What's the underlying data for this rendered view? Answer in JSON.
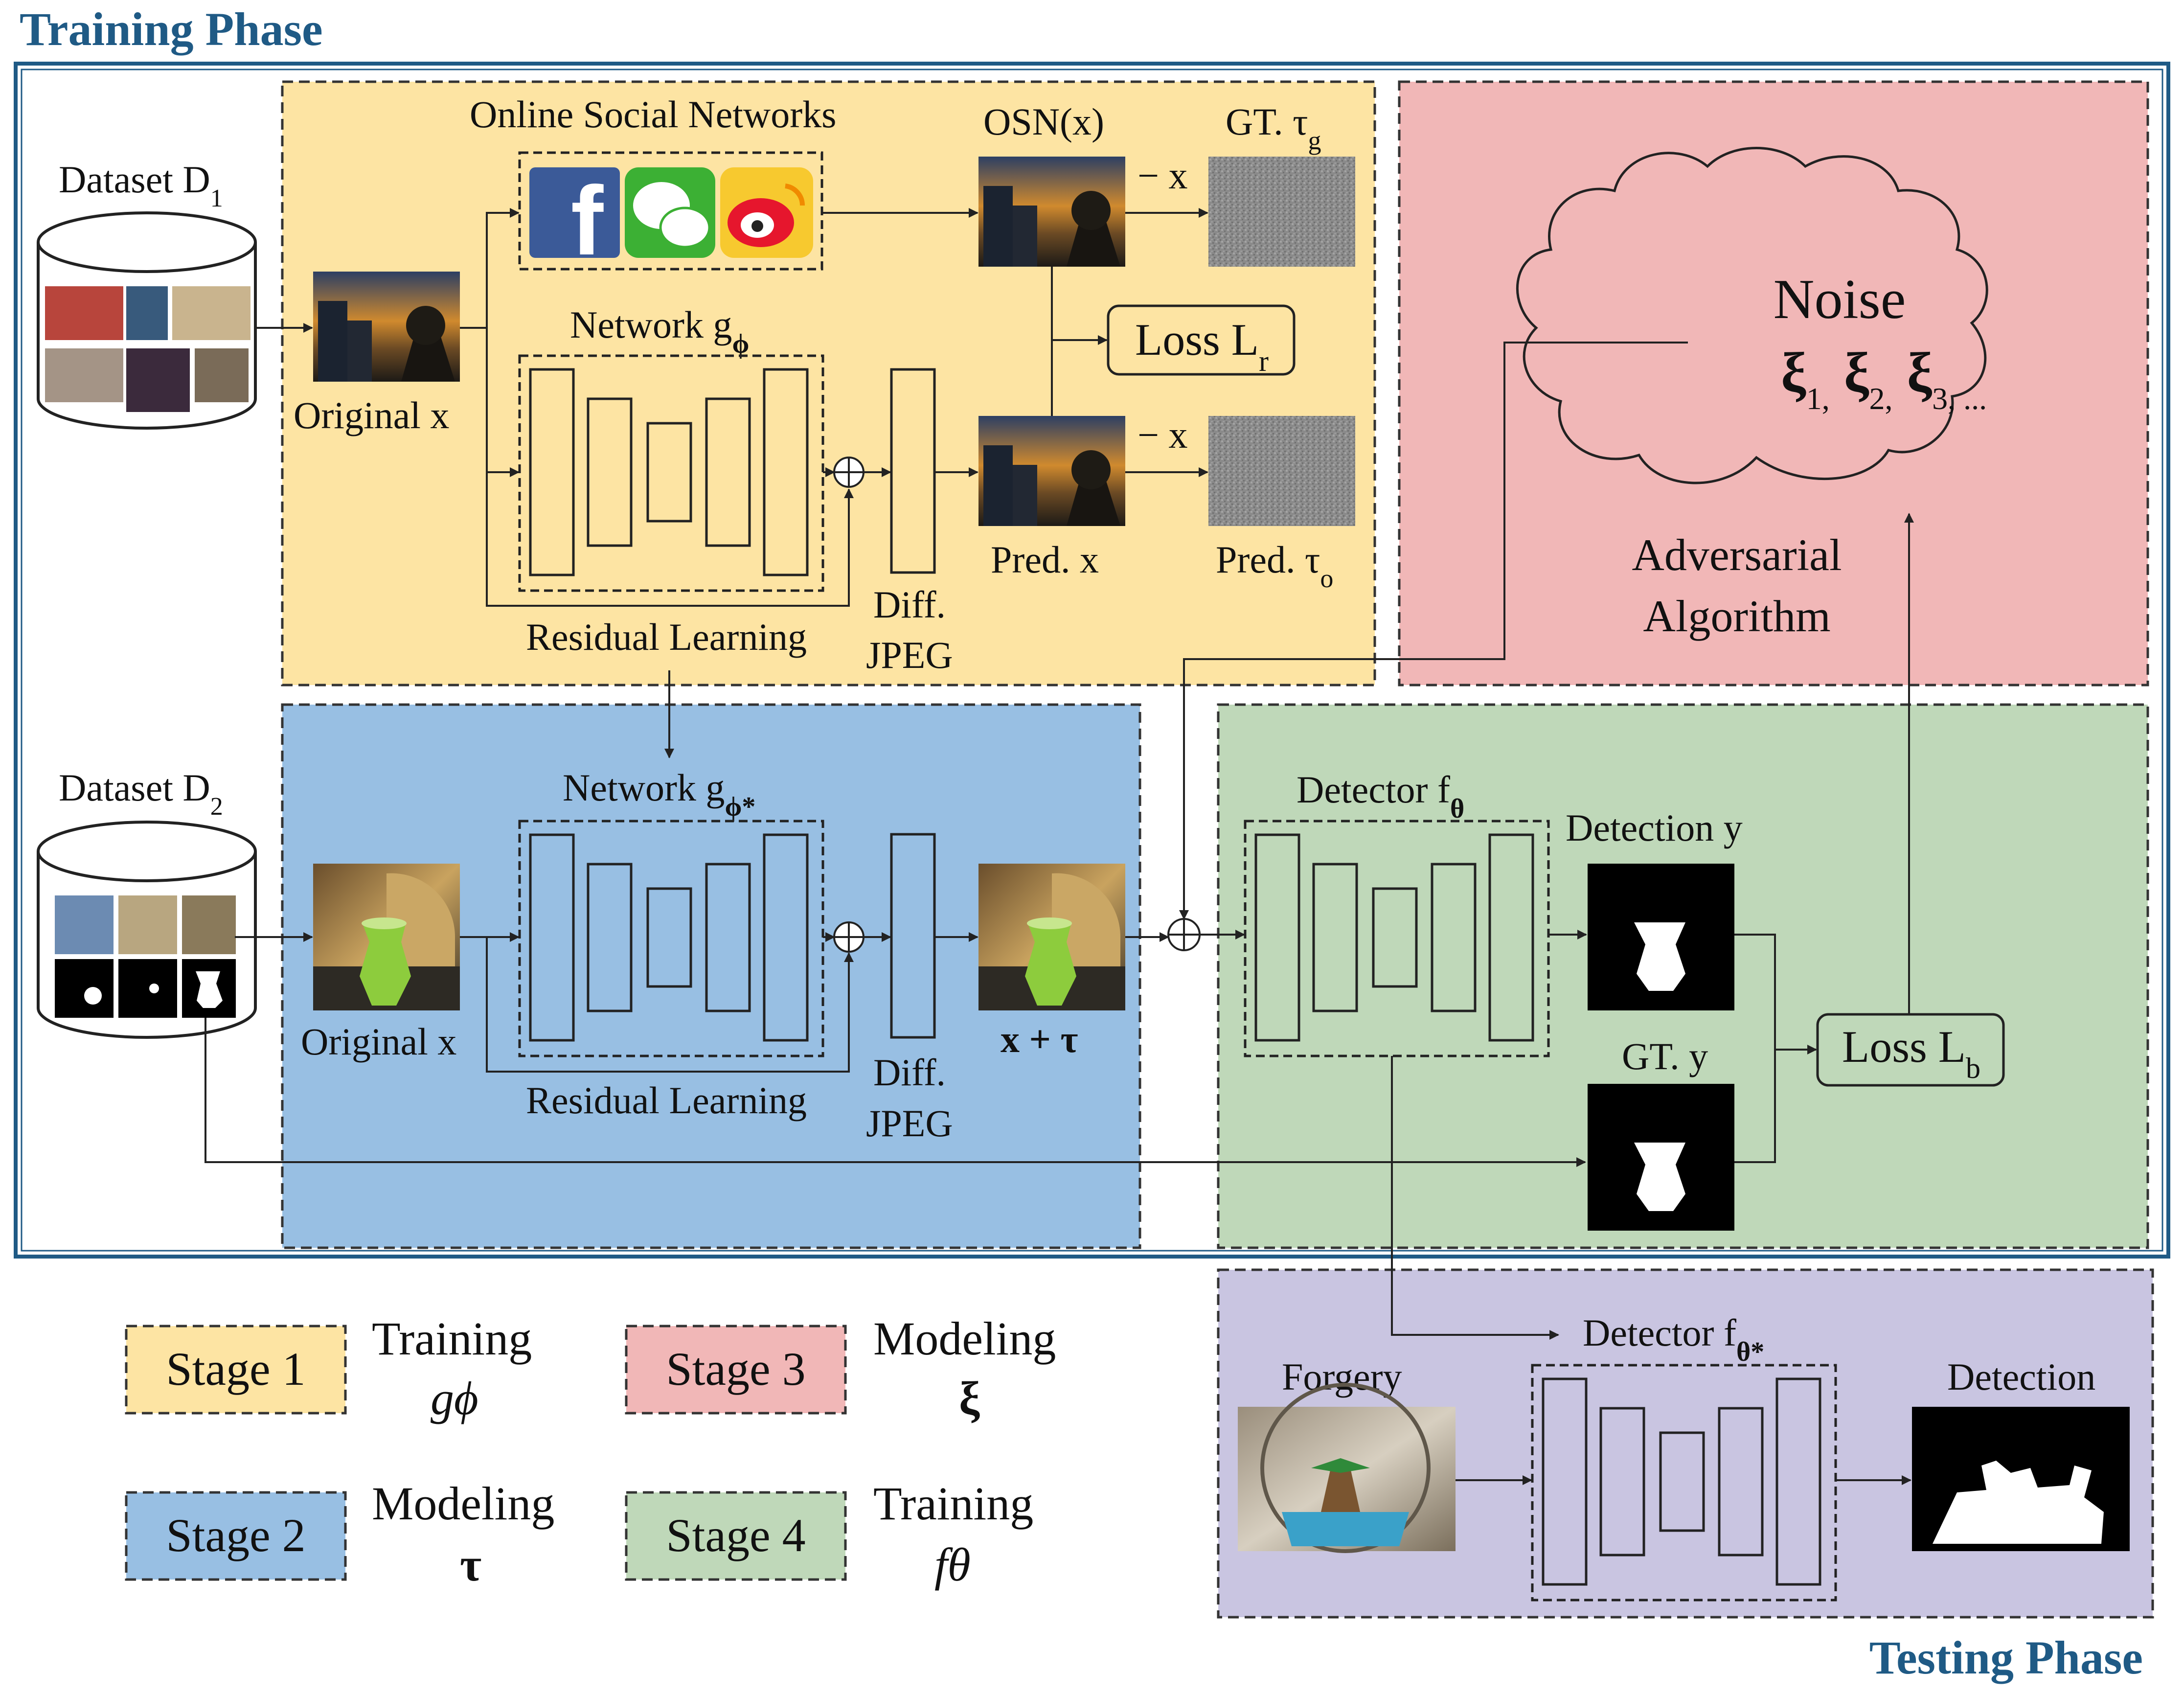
{
  "phases": {
    "training": "Training Phase",
    "testing": "Testing Phase"
  },
  "stage1": {
    "dataset": "Dataset D",
    "dataset_sub": "1",
    "osn_title": "Online Social Networks",
    "osn_x": "OSN(x)",
    "gt_tau": "GT. τ",
    "gt_tau_sub": "g",
    "minus_x": "− x",
    "loss_r": "Loss L",
    "loss_r_sub": "r",
    "network": "Network g",
    "network_sub": "ϕ",
    "original_x": "Original x",
    "pred_x": "Pred. x",
    "pred_tau": "Pred. τ",
    "pred_tau_sub": "o",
    "residual": "Residual Learning",
    "diff": "Diff.",
    "jpeg": "JPEG"
  },
  "stage2": {
    "dataset": "Dataset D",
    "dataset_sub": "2",
    "network": "Network g",
    "network_sub": "ϕ*",
    "original_x": "Original x",
    "x_plus_tau": "x + τ",
    "residual": "Residual Learning",
    "diff": "Diff.",
    "jpeg": "JPEG"
  },
  "stage3": {
    "noise_title": "Noise",
    "noise_terms": "ξ1, ξ2, ξ3, ...",
    "adversarial_1": "Adversarial",
    "adversarial_2": "Algorithm"
  },
  "stage4": {
    "detector": "Detector f",
    "detector_sub": "θ",
    "detection_y": "Detection y",
    "gt_y": "GT. y",
    "loss_b": "Loss L",
    "loss_b_sub": "b"
  },
  "testing": {
    "forgery": "Forgery",
    "detector": "Detector f",
    "detector_sub": "θ*",
    "detection": "Detection"
  },
  "legend": [
    {
      "stage": "Stage 1",
      "desc1": "Training",
      "desc2": "gϕ",
      "color": "#fde4a3"
    },
    {
      "stage": "Stage 3",
      "desc1": "Modeling",
      "desc2": "ξ",
      "color": "#f1b7b7"
    },
    {
      "stage": "Stage 2",
      "desc1": "Modeling",
      "desc2": "τ",
      "color": "#98bfe3"
    },
    {
      "stage": "Stage 4",
      "desc1": "Training",
      "desc2": "fθ",
      "color": "#bfd8b9"
    }
  ],
  "colors": {
    "stage1": "#fde4a3",
    "stage2": "#98bfe3",
    "stage3": "#f1b7b7",
    "stage4": "#bfd8b9",
    "testing": "#c9c5e1",
    "phase_border": "#1f5a85"
  },
  "icons": [
    "facebook-icon",
    "wechat-icon",
    "weibo-icon"
  ]
}
